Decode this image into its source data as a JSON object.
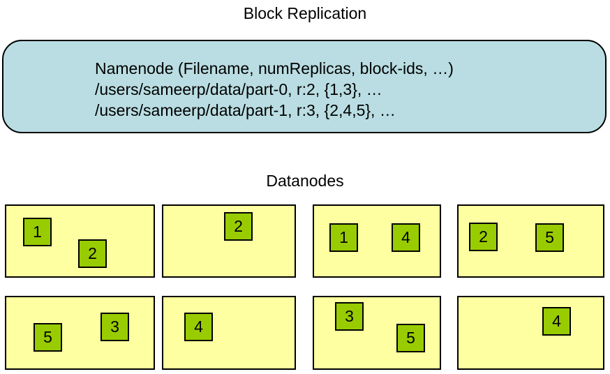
{
  "title": "Block Replication",
  "namenode": {
    "lines": [
      "Namenode (Filename, numReplicas, block-ids, …)",
      "/users/sameerp/data/part-0, r:2, {1,3}, …",
      "/users/sameerp/data/part-1, r:3, {2,4,5}, …"
    ]
  },
  "datanodes": {
    "label": "Datanodes",
    "nodes": [
      {
        "blocks": [
          "1",
          "2"
        ]
      },
      {
        "blocks": [
          "2"
        ]
      },
      {
        "blocks": [
          "1",
          "4"
        ]
      },
      {
        "blocks": [
          "2",
          "5"
        ]
      },
      {
        "blocks": [
          "5",
          "3"
        ]
      },
      {
        "blocks": [
          "4"
        ]
      },
      {
        "blocks": [
          "3",
          "5"
        ]
      },
      {
        "blocks": [
          "4"
        ]
      }
    ]
  },
  "colors": {
    "namenode_fill": "#b9dde2",
    "datanode_fill": "#feffa0",
    "block_fill": "#99cc00",
    "border_color": "#000000",
    "text_color": "#000000"
  }
}
